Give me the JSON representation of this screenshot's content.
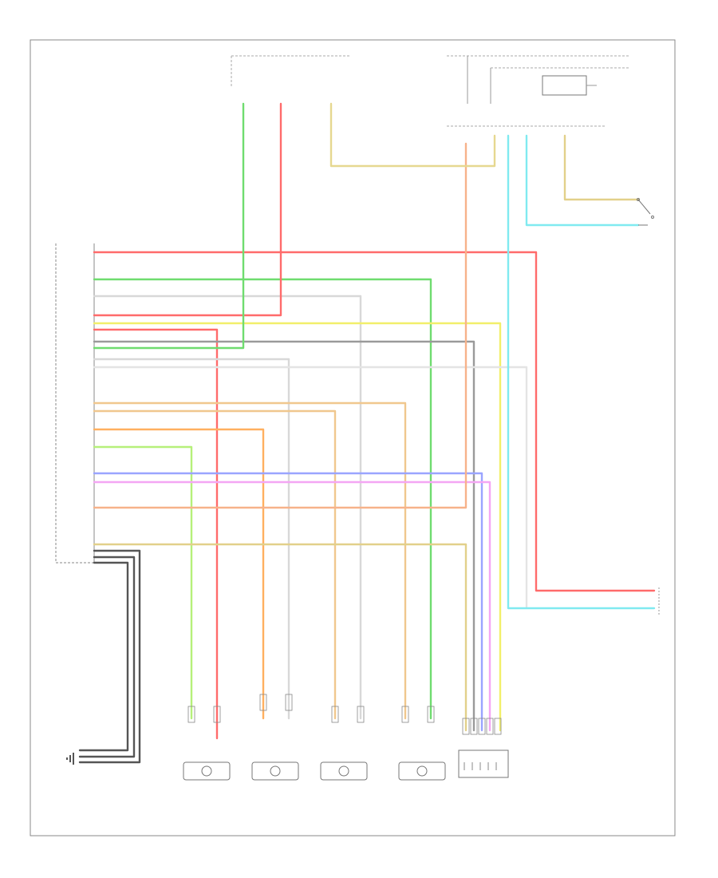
{
  "diagram": {
    "footer_code": "",
    "module_pins": [],
    "wires": [
      {
        "id": "red-top",
        "color": "#ff6b6b"
      },
      {
        "id": "green-1",
        "color": "#6fdc6f"
      },
      {
        "id": "gray-1",
        "color": "#cfcfcf"
      },
      {
        "id": "red-2",
        "color": "#ff6b6b"
      },
      {
        "id": "yellow-1",
        "color": "#f2ef6a"
      },
      {
        "id": "gray-dark",
        "color": "#9a9a9a"
      },
      {
        "id": "green-2",
        "color": "#6fdc6f"
      },
      {
        "id": "red-3",
        "color": "#ff6b6b"
      },
      {
        "id": "gray-2",
        "color": "#d8d8d8"
      },
      {
        "id": "tan-1",
        "color": "#f0c78e"
      },
      {
        "id": "tan-2",
        "color": "#f0c78e"
      },
      {
        "id": "orange-1",
        "color": "#ffb060"
      },
      {
        "id": "green-3",
        "color": "#b6f07a"
      },
      {
        "id": "gray-3",
        "color": "#d0d0d0"
      },
      {
        "id": "blue-1",
        "color": "#9aa4ff"
      },
      {
        "id": "pink-1",
        "color": "#f4a6f4"
      },
      {
        "id": "peach-1",
        "color": "#f7b28a"
      },
      {
        "id": "khaki-1",
        "color": "#e2d08a"
      },
      {
        "id": "cyan-1",
        "color": "#80eaf0"
      },
      {
        "id": "olive-top",
        "color": "#e6d890"
      }
    ],
    "sensors": [
      {
        "id": "sensor-1"
      },
      {
        "id": "sensor-2"
      },
      {
        "id": "sensor-3"
      },
      {
        "id": "sensor-4"
      },
      {
        "id": "steering-sensor"
      }
    ]
  }
}
